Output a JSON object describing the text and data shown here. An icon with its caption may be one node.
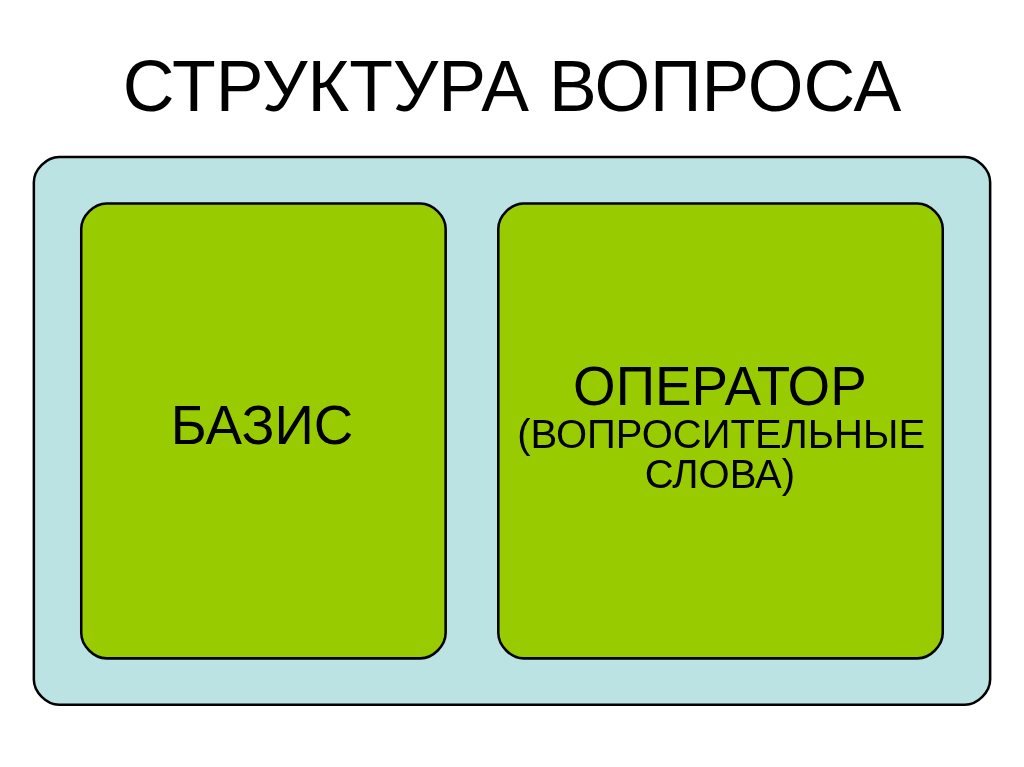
{
  "diagram": {
    "title": "СТРУКТУРА ВОПРОСА",
    "nodes": [
      {
        "text": [],
        "shape": "box"
      },
      {
        "text": [
          "БАЗИС"
        ],
        "in": 0
      },
      {
        "text": [
          "ОПЕРАТОР",
          "(ВОПРОСИТЕЛЬНЫЕ СЛОВА)"
        ],
        "in": 0
      }
    ],
    "edges": []
  }
}
